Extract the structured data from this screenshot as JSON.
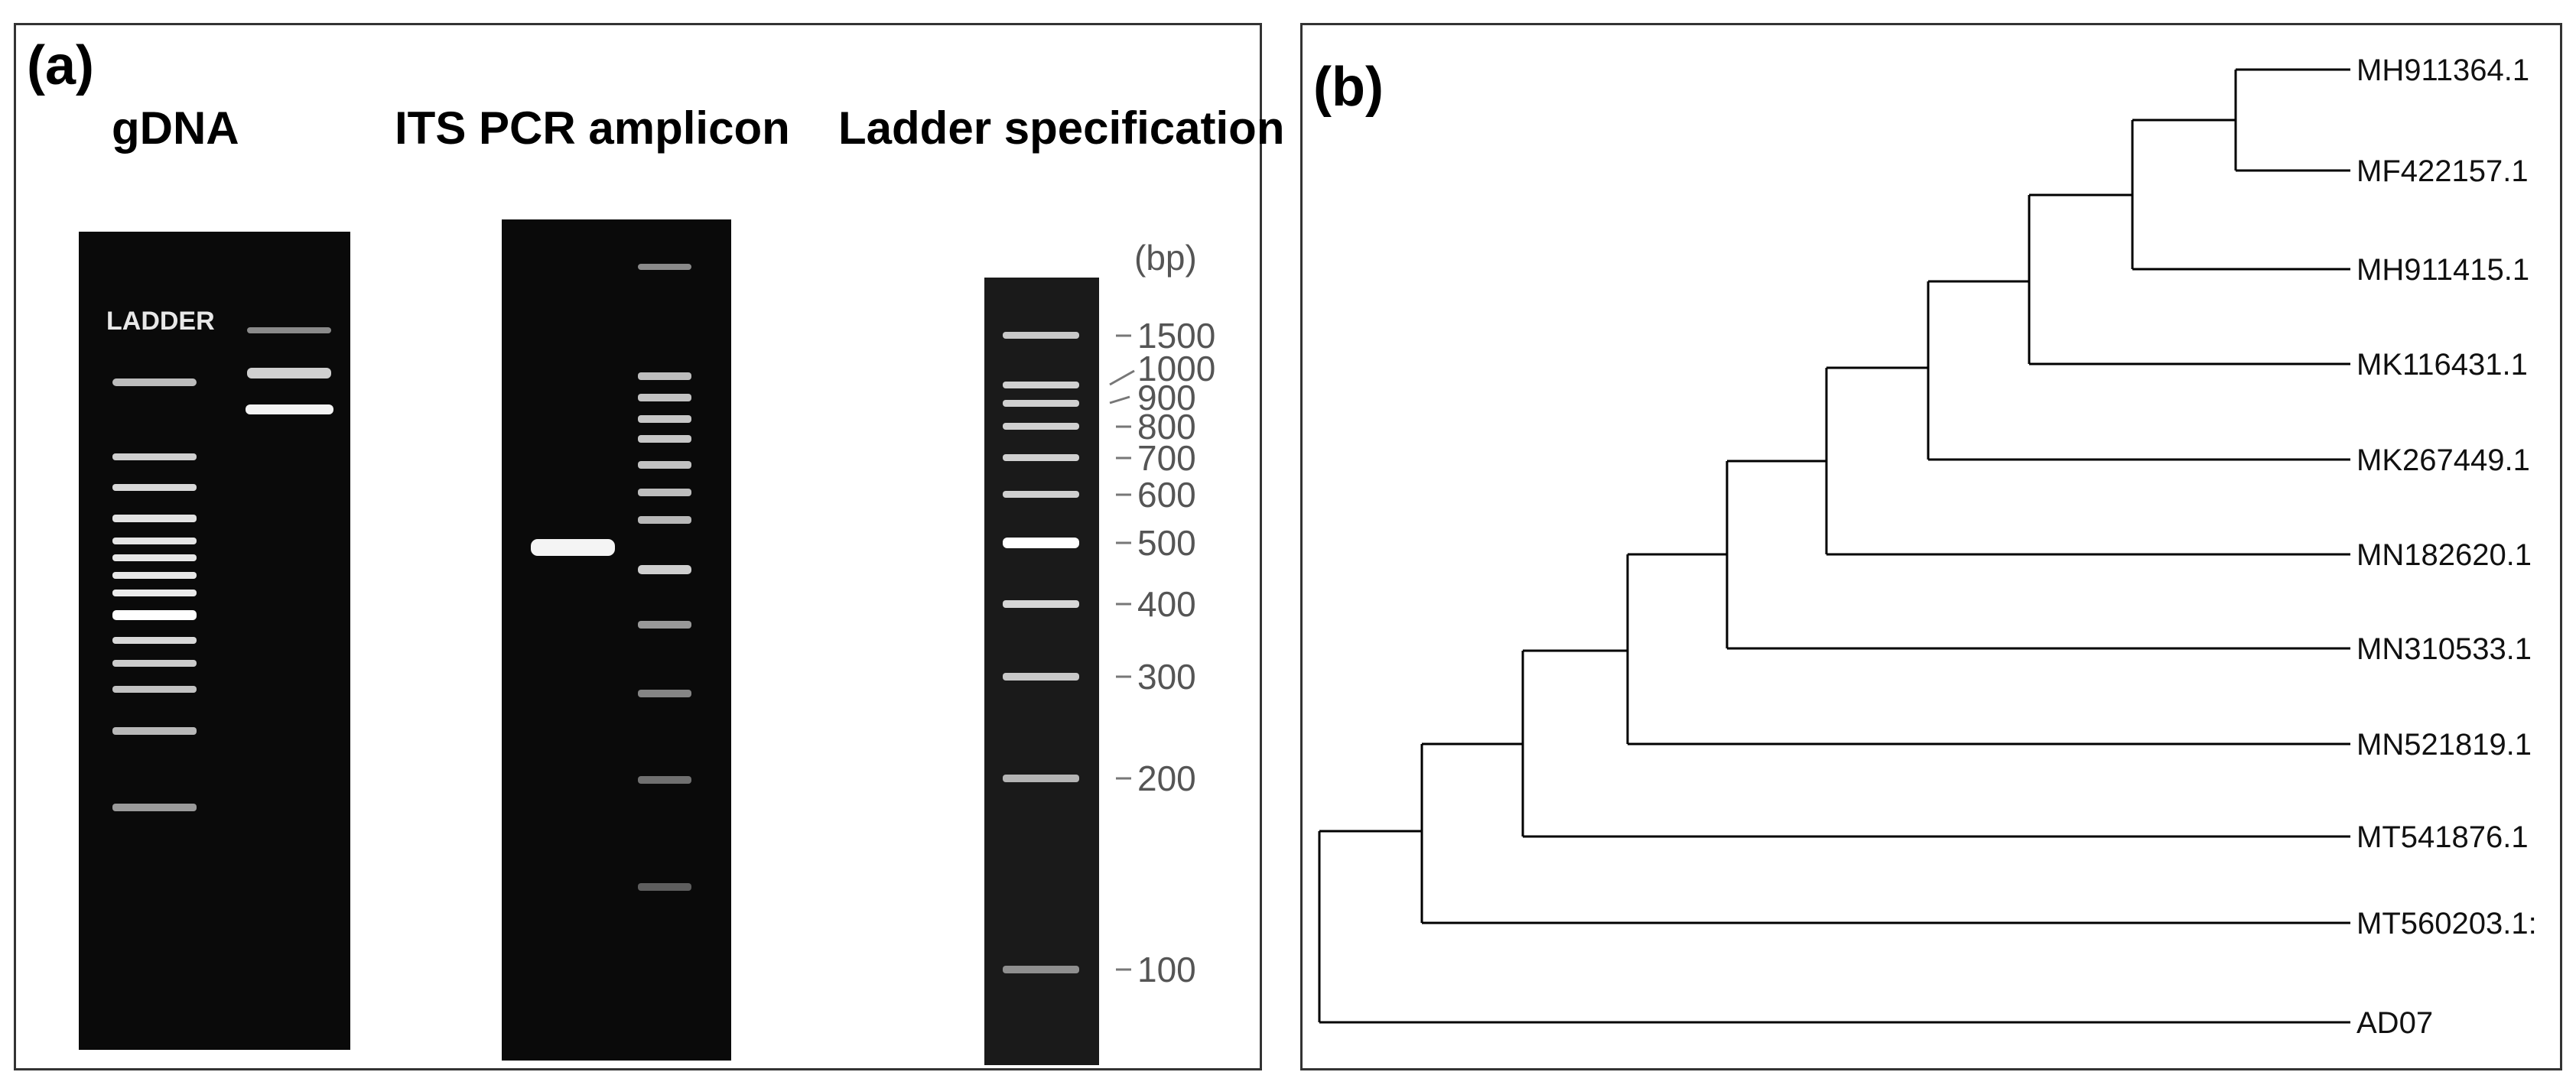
{
  "panel_a": {
    "label": "(a)",
    "headings": {
      "gdna": "gDNA",
      "its": "ITS PCR amplicon",
      "ladder_spec": "Ladder specification"
    },
    "gel_ladder_label": "LADDER",
    "spec_unit": "(bp)",
    "spec_sizes": [
      "1500",
      "1000",
      "900",
      "800",
      "700",
      "600",
      "500",
      "400",
      "300",
      "200",
      "100"
    ]
  },
  "panel_b": {
    "label": "(b)",
    "taxa": [
      "MH911364.1",
      "MF422157.1",
      "MH911415.1",
      "MK116431.1",
      "MK267449.1",
      "MN182620.1",
      "MN310533.1",
      "MN521819.1",
      "MT541876.1",
      "MT560203.1:",
      "AD07"
    ]
  },
  "colors": {
    "gel_bg": "#0a0a0a",
    "band": "#ffffff",
    "tree_line": "#000000"
  }
}
